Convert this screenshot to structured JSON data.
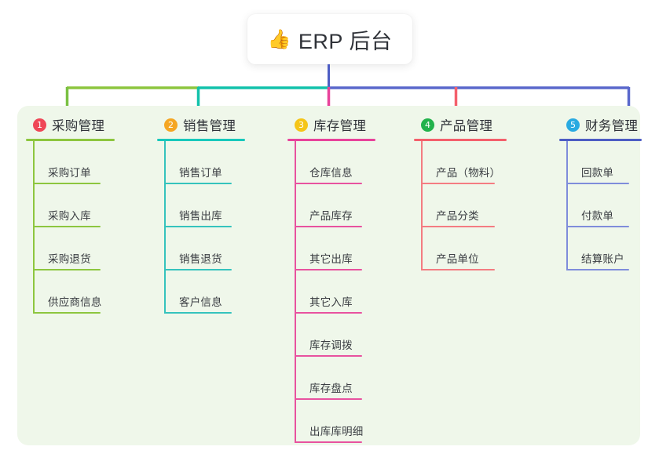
{
  "root": {
    "icon": "thumbs-up-icon",
    "icon_glyph": "👍",
    "title": "ERP 后台"
  },
  "palette": {
    "page_background": "#ffffff",
    "panel_background": "#eff7ea",
    "card_background": "#ffffff",
    "text": "#2f3238",
    "root_connector": "#4d5dc4",
    "bus_green": "#7ac143",
    "bus_teal": "#12c2ab",
    "bus_blue": "#4d5dc4"
  },
  "columns": [
    {
      "index": "1",
      "badge_number": "1",
      "badge_color": "#ef4757",
      "title": "采购管理",
      "rule_color": "#8dc63f",
      "line_color": "#8dc63f",
      "stub_color": "#7ac143",
      "leaves": [
        {
          "label": "采购订单"
        },
        {
          "label": "采购入库"
        },
        {
          "label": "采购退货"
        },
        {
          "label": "供应商信息"
        }
      ]
    },
    {
      "index": "2",
      "badge_number": "2",
      "badge_color": "#f5a623",
      "title": "销售管理",
      "rule_color": "#18c8bb",
      "line_color": "#35c3bd",
      "stub_color": "#12c2ab",
      "leaves": [
        {
          "label": "销售订单"
        },
        {
          "label": "销售出库"
        },
        {
          "label": "销售退货"
        },
        {
          "label": "客户信息"
        }
      ]
    },
    {
      "index": "3",
      "badge_number": "3",
      "badge_color": "#f5c518",
      "title": "库存管理",
      "rule_color": "#e8439b",
      "line_color": "#e8529f",
      "stub_color": "#e8439b",
      "leaves": [
        {
          "label": "仓库信息"
        },
        {
          "label": "产品库存"
        },
        {
          "label": "其它出库"
        },
        {
          "label": "其它入库"
        },
        {
          "label": "库存调拨"
        },
        {
          "label": "库存盘点"
        },
        {
          "label": "出库库明细"
        }
      ]
    },
    {
      "index": "4",
      "badge_number": "4",
      "badge_color": "#22b24c",
      "title": "产品管理",
      "rule_color": "#f4606c",
      "line_color": "#f47c82",
      "stub_color": "#f4606c",
      "leaves": [
        {
          "label": "产品（物料）"
        },
        {
          "label": "产品分类"
        },
        {
          "label": "产品单位"
        }
      ]
    },
    {
      "index": "5",
      "badge_number": "5",
      "badge_color": "#29aae1",
      "title": "财务管理",
      "rule_color": "#4d5dc4",
      "line_color": "#7f8ddb",
      "stub_color": "#4d5dc4",
      "leaves": [
        {
          "label": "回款单"
        },
        {
          "label": "付款单"
        },
        {
          "label": "结算账户"
        }
      ]
    }
  ]
}
